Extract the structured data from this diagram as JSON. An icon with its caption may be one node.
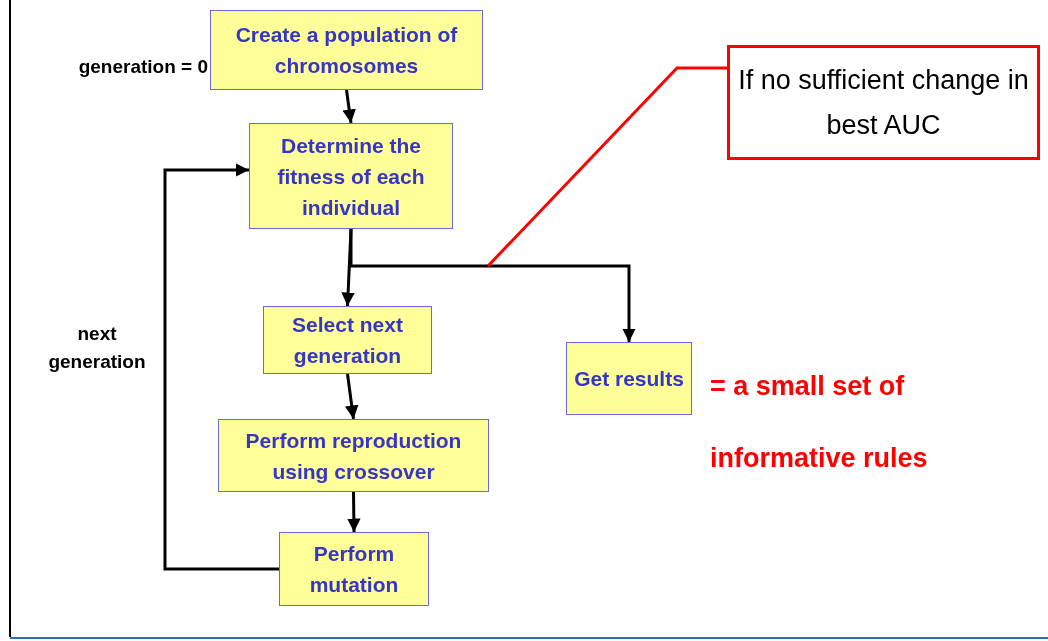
{
  "diagram": {
    "nodes": [
      {
        "text": [
          "Create a population of chromosomes"
        ],
        "beside": [
          "generation = 0"
        ]
      },
      {
        "text": [
          "Determine the fitness of each individual"
        ]
      },
      {
        "text": [
          "Select next generation"
        ]
      },
      {
        "text": [
          "Perform reproduction using crossover"
        ]
      },
      {
        "text": [
          "Perform mutation"
        ]
      },
      {
        "text": [
          "Get results"
        ],
        "beside": [
          "= a small set of informative rules"
        ]
      },
      {
        "text": [
          "If no sufficient change in best AUC"
        ]
      }
    ],
    "edges": [
      {
        "from": 0,
        "to": 1,
        "arrow": "to"
      },
      {
        "from": 1,
        "to": 2,
        "arrow": "to"
      },
      {
        "from": 1,
        "to": 5,
        "arrow": "to"
      },
      {
        "from": 2,
        "to": 3,
        "arrow": "to"
      },
      {
        "from": 3,
        "to": 4,
        "arrow": "to"
      },
      {
        "from": 4,
        "to": 1,
        "arrow": "to",
        "label": "next generation"
      },
      {
        "from": 6,
        "to": null,
        "arrow": "none",
        "color": "#ff0000"
      }
    ]
  }
}
